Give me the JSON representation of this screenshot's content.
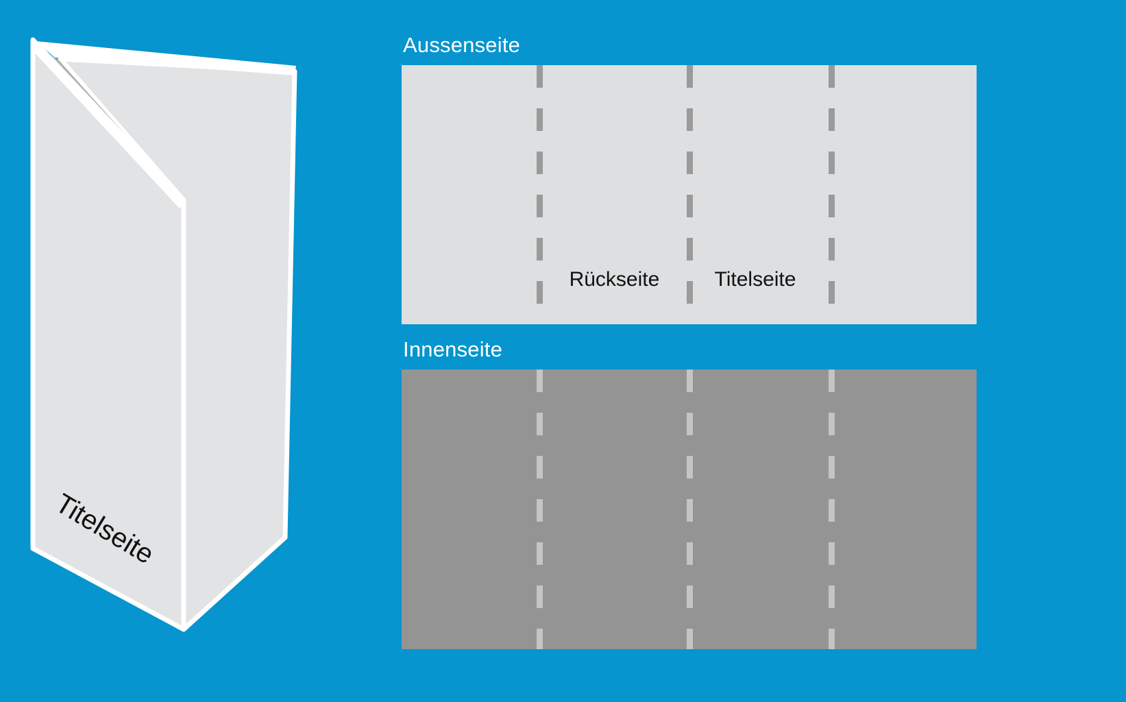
{
  "colors": {
    "background_blue": "#0695ce",
    "outer_sheet": "#dddfe1",
    "inner_sheet": "#949494",
    "fold_line_outer": "#9a9a9a",
    "fold_line_inner": "#c4c4c4",
    "paper_face": "#e2e3e4",
    "paper_shadow": "#b0b0b0",
    "paper_edge": "#ffffff",
    "label_text": "#111111",
    "caption_text": "#ffffff"
  },
  "illustration": {
    "name": "folded-brochure-3d",
    "front_panel_label": "Titelseite"
  },
  "sheets": [
    {
      "id": "aussenseite",
      "caption": "Aussenseite",
      "fill": "#dddfe1",
      "fold_positions_pct": [
        24.0,
        50.0,
        74.7
      ],
      "panel_labels": [
        {
          "text": "Rückseite",
          "center_pct": 37.0
        },
        {
          "text": "Titelseite",
          "center_pct": 61.5
        }
      ]
    },
    {
      "id": "innenseite",
      "caption": "Innenseite",
      "fill": "#949494",
      "fold_positions_pct": [
        24.0,
        50.0,
        74.7
      ],
      "panel_labels": []
    }
  ]
}
